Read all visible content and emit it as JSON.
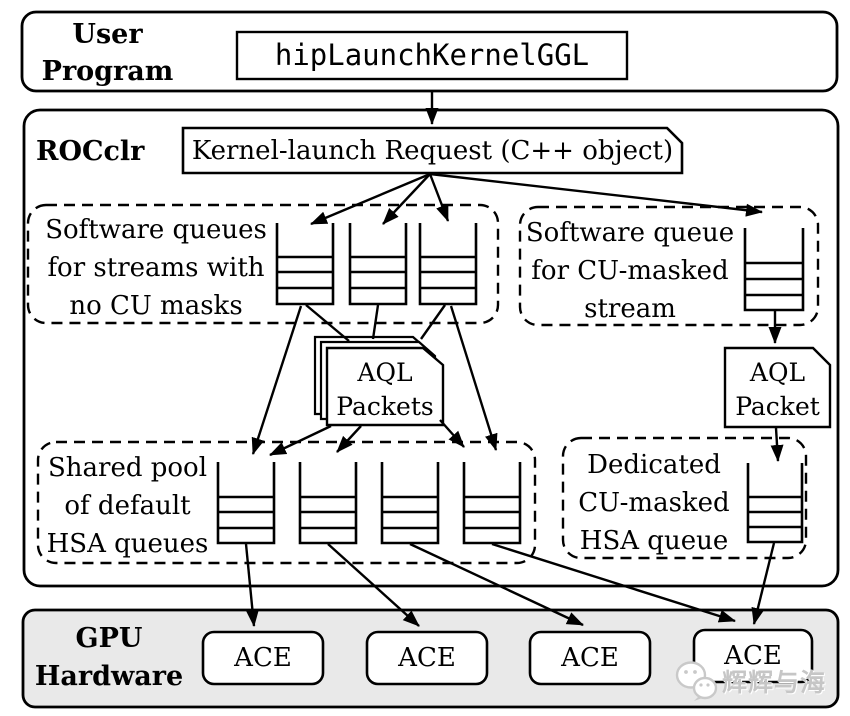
{
  "page": {
    "background": "#ffffff"
  },
  "user_program": {
    "title_lines": [
      "User",
      "Program"
    ],
    "api_call": "hipLaunchKernelGGL"
  },
  "rocclr": {
    "title": "ROCclr",
    "kernel_request_label": "Kernel-launch Request (C++ object)",
    "software_queues_unmasked": {
      "lines": [
        "Software queues",
        "for streams with",
        "no CU masks"
      ],
      "queue_count": 3
    },
    "software_queue_masked": {
      "lines": [
        "Software queue",
        "for CU-masked",
        "stream"
      ],
      "queue_count": 1
    },
    "aql_packets_stack": {
      "lines": [
        "AQL",
        "Packets"
      ]
    },
    "aql_packet_single": {
      "lines": [
        "AQL",
        "Packet"
      ]
    },
    "hsa_shared_pool": {
      "lines": [
        "Shared pool",
        "of default",
        "HSA queues"
      ],
      "queue_count": 4
    },
    "hsa_dedicated": {
      "lines": [
        "Dedicated",
        "CU-masked",
        "HSA queue"
      ],
      "queue_count": 1
    }
  },
  "gpu_hardware": {
    "title_lines": [
      "GPU",
      "Hardware"
    ],
    "ace_units": [
      "ACE",
      "ACE",
      "ACE",
      "ACE"
    ]
  },
  "watermark": {
    "icon": "wechat-icon",
    "text": "辉辉与海"
  },
  "colors": {
    "stroke": "#000000",
    "text": "#000000",
    "box_fill": "#ffffff",
    "gpu_panel_fill": "#e9e9e9",
    "watermark": "#c6c6c6"
  },
  "icons": {
    "queue-icon": "open-top queue container with stacked entries",
    "document-stack-icon": "stack of pages with clipped corner",
    "document-icon": "single page with clipped corner",
    "arrow-icon": "solid black arrowhead",
    "wechat-icon": "two chat bubbles with eyes"
  }
}
